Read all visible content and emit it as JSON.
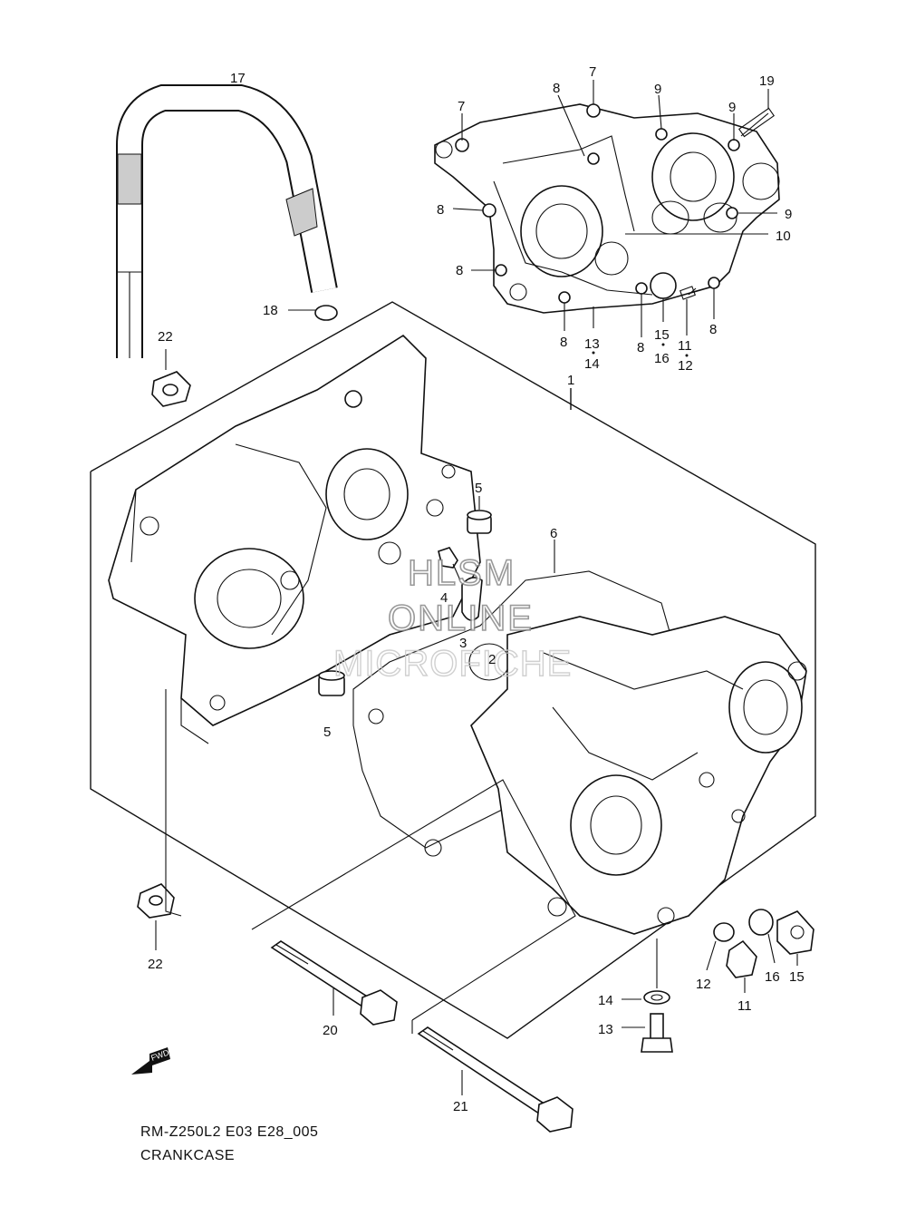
{
  "diagram": {
    "code": "RM-Z250L2 E03 E28_005",
    "title": "CRANKCASE",
    "fwd_label": "FWD",
    "watermark": [
      "HLSM",
      "ONLINE",
      "MICROFICHE"
    ]
  },
  "callouts": [
    {
      "id": "c17",
      "text": "17"
    },
    {
      "id": "c18",
      "text": "18"
    },
    {
      "id": "c22a",
      "text": "22"
    },
    {
      "id": "c22b",
      "text": "22"
    },
    {
      "id": "c1",
      "text": "1"
    },
    {
      "id": "c5a",
      "text": "5"
    },
    {
      "id": "c5b",
      "text": "5"
    },
    {
      "id": "c4",
      "text": "4"
    },
    {
      "id": "c3",
      "text": "3"
    },
    {
      "id": "c2",
      "text": "2"
    },
    {
      "id": "c6",
      "text": "6"
    },
    {
      "id": "c20",
      "text": "20"
    },
    {
      "id": "c21",
      "text": "21"
    },
    {
      "id": "c14a",
      "text": "14"
    },
    {
      "id": "c13a",
      "text": "13"
    },
    {
      "id": "c12a",
      "text": "12"
    },
    {
      "id": "c11a",
      "text": "11"
    },
    {
      "id": "c16a",
      "text": "16"
    },
    {
      "id": "c15a",
      "text": "15"
    },
    {
      "id": "c7a",
      "text": "7"
    },
    {
      "id": "c7b",
      "text": "7"
    },
    {
      "id": "c8a",
      "text": "8"
    },
    {
      "id": "c8b",
      "text": "8"
    },
    {
      "id": "c8c",
      "text": "8"
    },
    {
      "id": "c8d",
      "text": "8"
    },
    {
      "id": "c8e",
      "text": "8"
    },
    {
      "id": "c8f",
      "text": "8"
    },
    {
      "id": "c9a",
      "text": "9"
    },
    {
      "id": "c9b",
      "text": "9"
    },
    {
      "id": "c9c",
      "text": "9"
    },
    {
      "id": "c19",
      "text": "19"
    },
    {
      "id": "c10",
      "text": "10"
    },
    {
      "id": "c13b",
      "text": "13"
    },
    {
      "id": "c14b",
      "text": "14"
    },
    {
      "id": "c15b",
      "text": "15"
    },
    {
      "id": "c16b",
      "text": "16"
    },
    {
      "id": "c11b",
      "text": "11"
    },
    {
      "id": "c12b",
      "text": "12"
    }
  ]
}
